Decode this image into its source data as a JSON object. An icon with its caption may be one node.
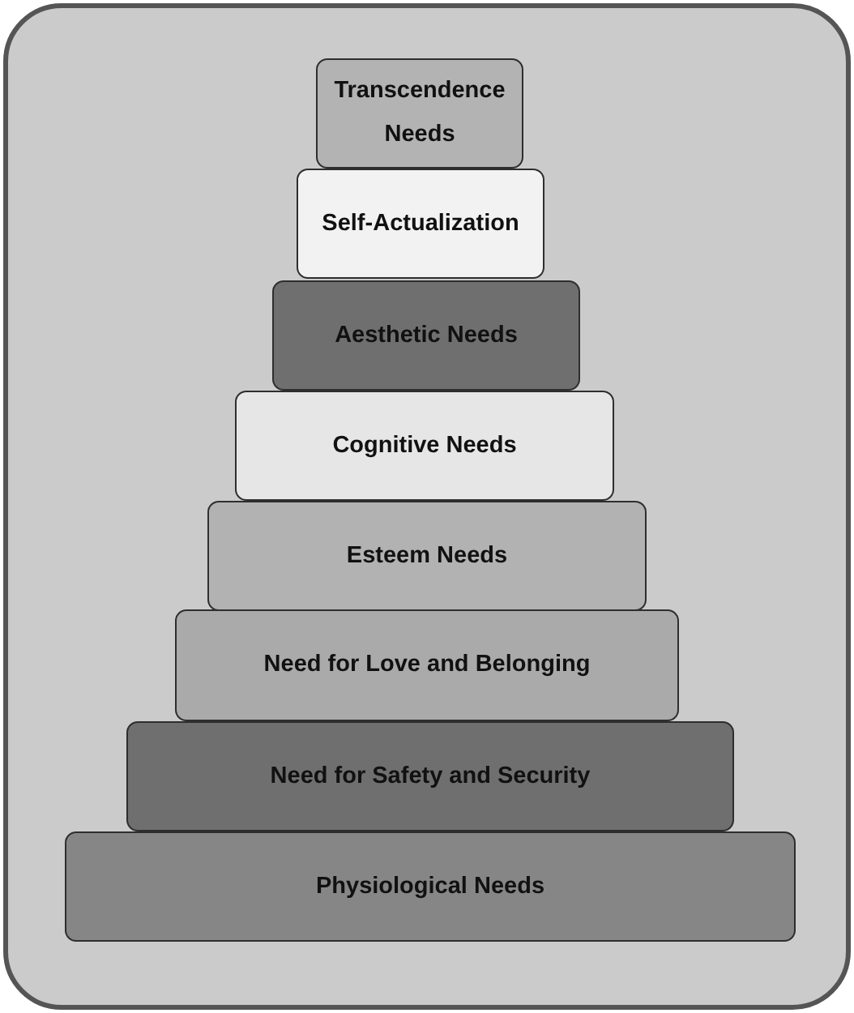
{
  "diagram": {
    "nodes": [
      {
        "text": [
          "Transcendence Needs"
        ]
      },
      {
        "text": [
          "Self-Actualization"
        ]
      },
      {
        "text": [
          "Aesthetic Needs"
        ]
      },
      {
        "text": [
          "Cognitive Needs"
        ]
      },
      {
        "text": [
          "Esteem Needs"
        ]
      },
      {
        "text": [
          "Need for Love and Belonging"
        ]
      },
      {
        "text": [
          "Need for Safety and Security"
        ]
      },
      {
        "text": [
          "Physiological Needs"
        ]
      }
    ]
  }
}
